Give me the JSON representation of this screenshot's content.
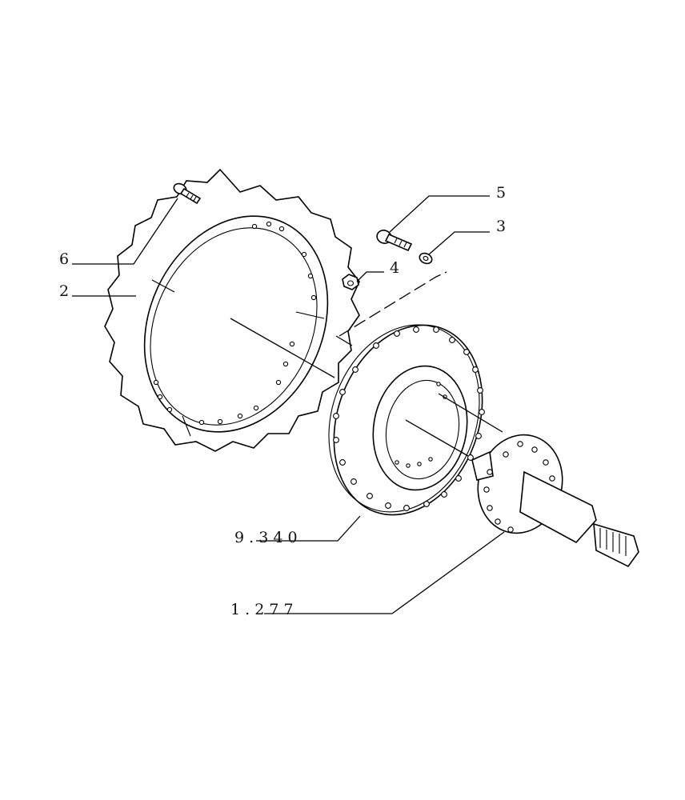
{
  "labels": {
    "item_6": "6",
    "item_2": "2",
    "item_5": "5",
    "item_3": "3",
    "item_4": "4",
    "ref_9340": "9 . 3 4 0",
    "ref_1277": "1 . 2 7 7"
  }
}
